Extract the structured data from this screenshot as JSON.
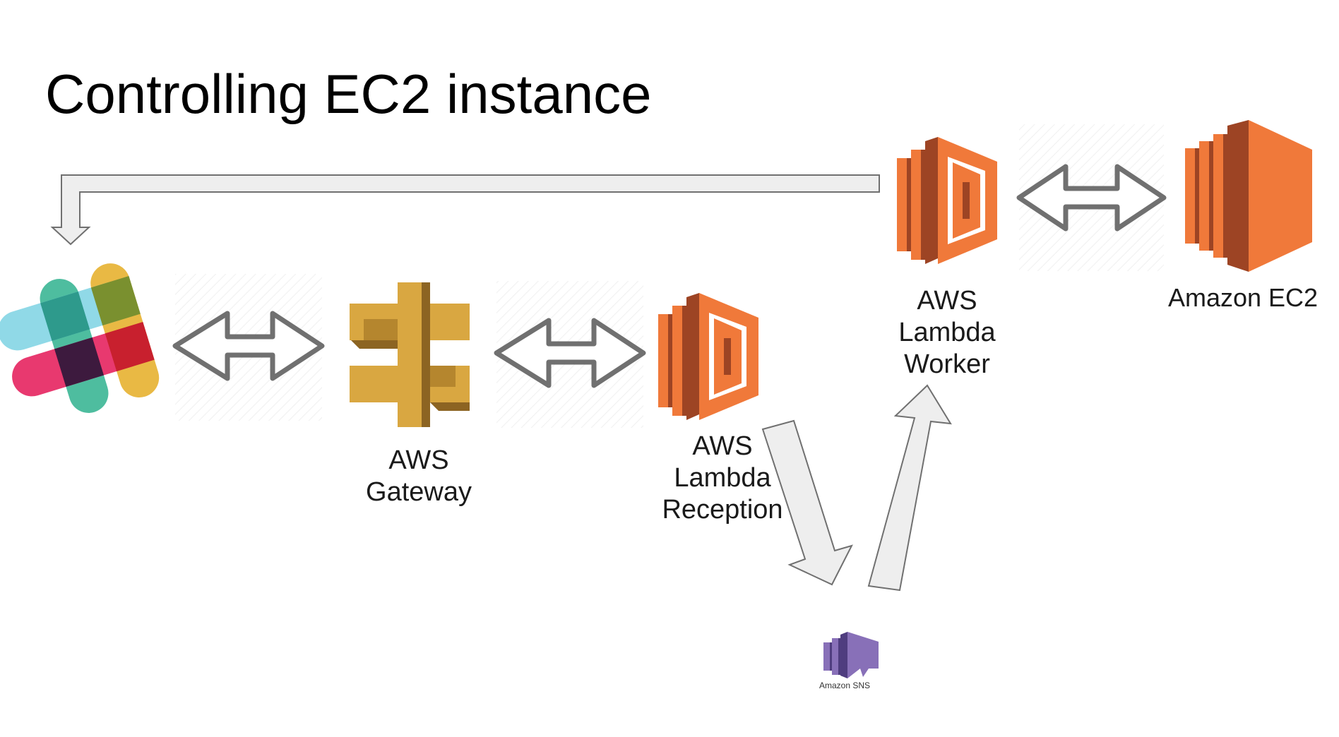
{
  "title": "Controlling EC2 instance",
  "nodes": {
    "gateway": {
      "lines": [
        "AWS",
        "Gateway"
      ]
    },
    "lambda_reception": {
      "lines": [
        "AWS",
        "Lambda",
        "Reception"
      ]
    },
    "lambda_worker": {
      "lines": [
        "AWS",
        "Lambda",
        "Worker"
      ]
    },
    "ec2": {
      "lines": [
        "Amazon EC2"
      ]
    },
    "sns": {
      "caption": "Amazon SNS"
    }
  },
  "colors": {
    "lambda_orange": "#F0793A",
    "lambda_dark": "#9D4424",
    "gateway_gold": "#D9A741",
    "gateway_dark": "#8C6422",
    "sns_purple": "#8870B8",
    "arrow_stroke": "#707070",
    "arrow_fill": "#EEEEEE"
  },
  "icons": [
    "slack-icon",
    "api-gateway-icon",
    "lambda-icon",
    "ec2-icon",
    "sns-icon"
  ]
}
